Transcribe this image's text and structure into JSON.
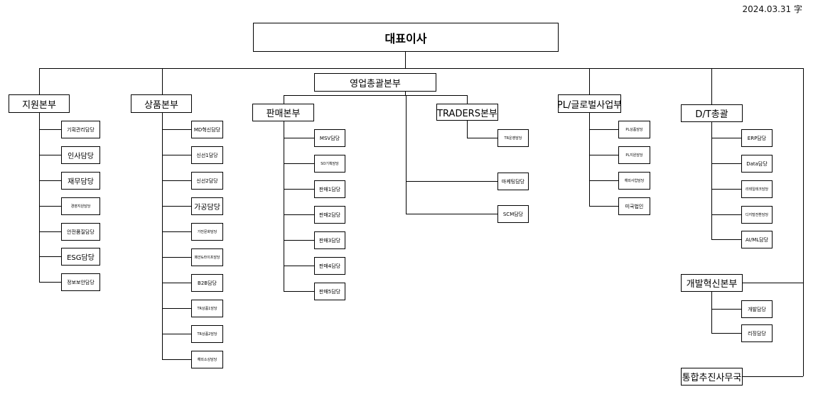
{
  "date": "2024.03.31 字",
  "ceo": "대표이사",
  "divisions": {
    "support": "지원본부",
    "product": "상품본부",
    "sales_hq": "영업총괄본부",
    "sales": "판매본부",
    "traders": "TRADERS본부",
    "pl": "PL/글로벌사업부",
    "dt": "D/T총괄",
    "dev": "개발혁신본부",
    "office": "통합추진사무국"
  },
  "support_teams": [
    "기획관리담당",
    "인사담당",
    "재무담당",
    "경영지원담당",
    "안전품질담당",
    "ESG담당",
    "정보보안담당"
  ],
  "product_teams": [
    "MD혁신담당",
    "신선1담당",
    "신선2담당",
    "가공담당",
    "가전문화담당",
    "패션&라이프담당",
    "B2B담당",
    "TR상품1담당",
    "TR상품2담당",
    "해외소싱담당"
  ],
  "sales_teams": [
    "MSV담당",
    "SO기획담당",
    "판매1담당",
    "판매2담당",
    "판매3담당",
    "판매4담당",
    "판매5담당"
  ],
  "traders_teams": [
    "TR운영담당",
    "마케팅담당",
    "SCM담당"
  ],
  "pl_teams": [
    "PL상품담당",
    "PL지원담당",
    "해외사업담당",
    "미국법인"
  ],
  "dt_teams": [
    "ERP담당",
    "Data담당",
    "리테일테크담당",
    "디지털전환담당",
    "AI/ML담당"
  ],
  "dev_teams": [
    "개발담당",
    "리징담당"
  ]
}
